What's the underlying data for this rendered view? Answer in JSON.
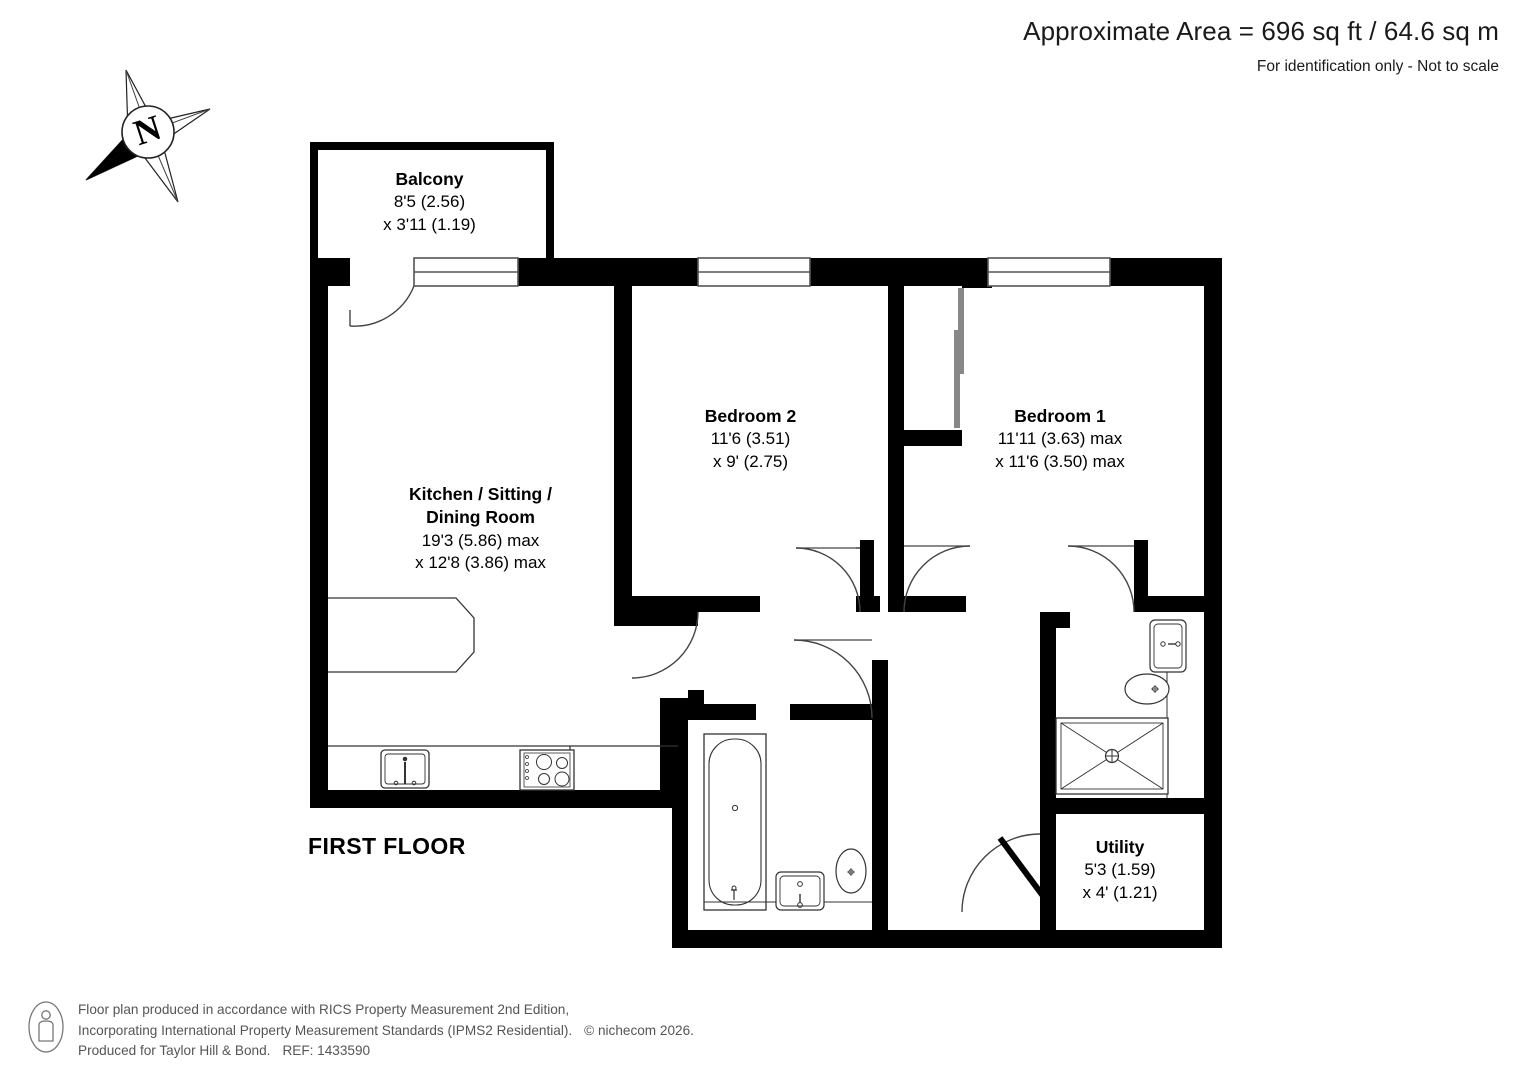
{
  "header": {
    "area": "Approximate Area = 696 sq ft / 64.6 sq m",
    "disclaimer": "For identification only - Not to scale"
  },
  "compass": {
    "north_letter": "N"
  },
  "floor_title": "FIRST FLOOR",
  "rooms": [
    {
      "id": "balcony",
      "name": "Balcony",
      "dim_1": "8'5 (2.56)",
      "dim_2": "x 3'11 (1.19)"
    },
    {
      "id": "kitchen",
      "name_line_1": "Kitchen / Sitting /",
      "name_line_2": "Dining Room",
      "dim_1": "19'3 (5.86) max",
      "dim_2": "x 12'8 (3.86) max"
    },
    {
      "id": "bedroom-2",
      "name": "Bedroom 2",
      "dim_1": "11'6 (3.51)",
      "dim_2": "x 9' (2.75)"
    },
    {
      "id": "bedroom-1",
      "name": "Bedroom 1",
      "dim_1": "11'11 (3.63) max",
      "dim_2": "x 11'6 (3.50) max"
    },
    {
      "id": "utility",
      "name": "Utility",
      "dim_1": "5'3 (1.59)",
      "dim_2": "x 4' (1.21)"
    }
  ],
  "footer": {
    "line_1": "Floor plan produced in accordance with RICS Property Measurement 2nd Edition,",
    "line_2a": "Incorporating International Property Measurement Standards (IPMS2 Residential).",
    "line_2b": "© nichecom 2026.",
    "line_3a": "Produced for Taylor Hill & Bond.",
    "line_3b": "REF: 1433590"
  },
  "colors": {
    "wall": "#000000",
    "fixture_stroke": "#333333",
    "window_stroke": "#555555",
    "footer_text": "#555555",
    "background": "#ffffff"
  }
}
